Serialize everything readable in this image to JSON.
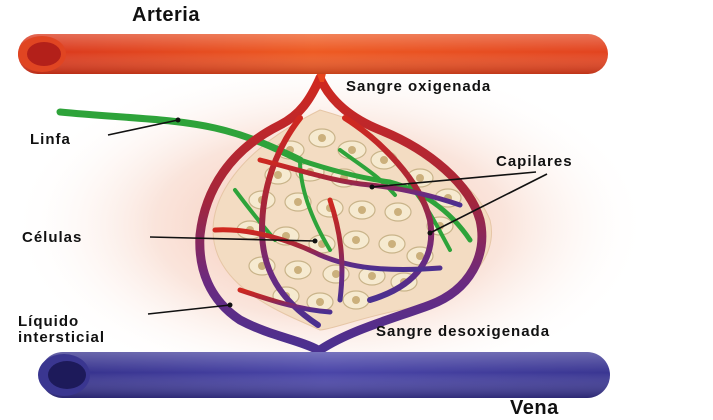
{
  "diagram": {
    "labels": {
      "arteria": "Arteria",
      "sangre_oxigenada": "Sangre oxigenada",
      "linfa": "Linfa",
      "capilares": "Capilares",
      "celulas": "Células",
      "liquido_line1": "Líquido",
      "liquido_line2": "intersticial",
      "sangre_desoxigenada": "Sangre desoxigenada",
      "vena": "Vena"
    },
    "colors": {
      "artery": "#e8461d",
      "vein": "#3b3590",
      "capillary_red": "#b8222c",
      "capillary_purple": "#6a2a86",
      "lymph": "#2ea33a",
      "cell_fill": "#f1e3c4",
      "cell_nucleus": "#d9c49a",
      "interstitial_glow": "#f3c2b0"
    }
  }
}
